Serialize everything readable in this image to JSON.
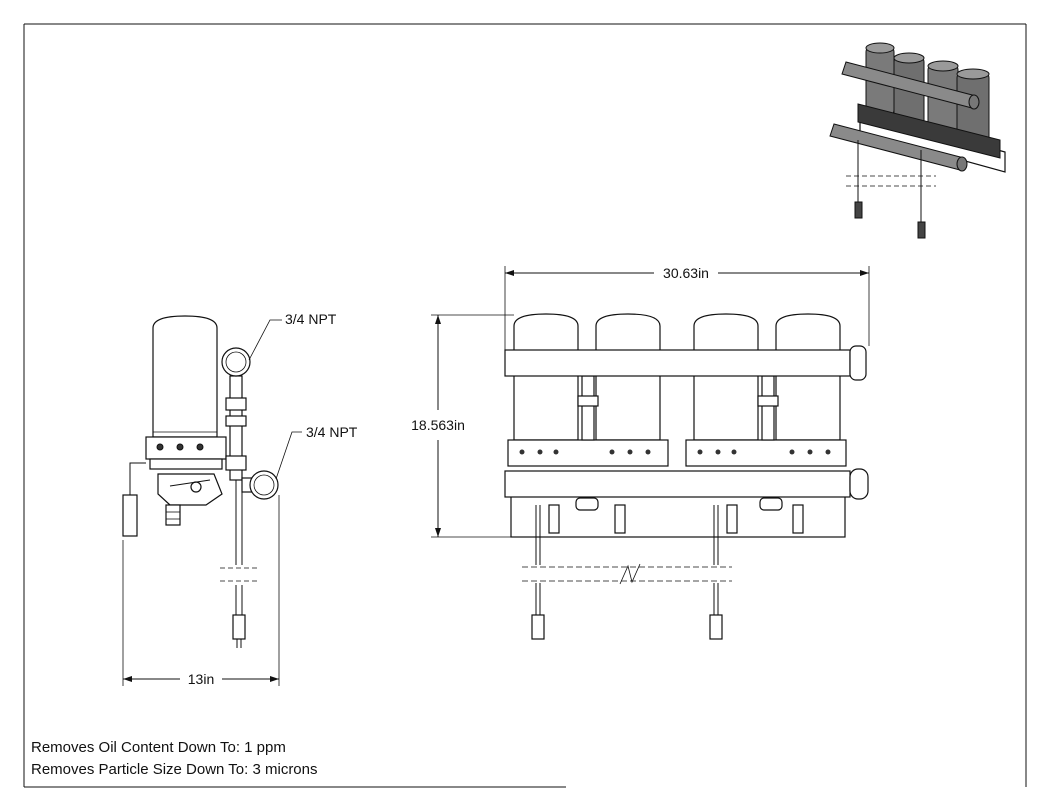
{
  "dimensions": {
    "side_width": "13in",
    "front_width": "30.63in",
    "front_height": "18.563in"
  },
  "callouts": {
    "upper_port": "3/4 NPT",
    "lower_port": "3/4 NPT"
  },
  "notes": {
    "oil_content": "Removes Oil Content Down To: 1 ppm",
    "particle_size": "Removes Particle Size Down To: 3 microns"
  },
  "views": [
    "side-view",
    "front-view",
    "isometric-view"
  ]
}
